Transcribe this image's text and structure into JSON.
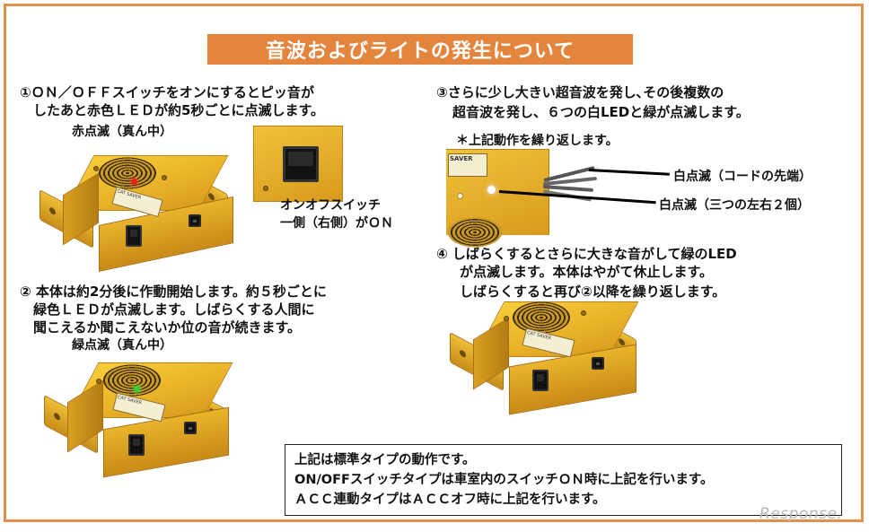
{
  "title": "音波およびライトの発生について",
  "step1": {
    "line1": "①ＯＮ／ＯＦＦスイッチをオンにするとピッ音が",
    "line2": "したあと赤色ＬＥＤが約5秒ごとに点滅します。",
    "callout": "赤点滅（真ん中）"
  },
  "switch_callout": {
    "line1": "オンオフスイッチ",
    "line2": "一側（右側）がＯＮ"
  },
  "step2": {
    "line1": "② 本体は約2分後に作動開始します。約５秒ごとに",
    "line2": "緑色ＬＥＤが点滅します。しばらくする人間に",
    "line3": "聞こえるか聞こえないか位の音が続きます。",
    "callout": "緑点滅（真ん中）"
  },
  "step3": {
    "line1": "③さらに少し大きい超音波を発し､その後複数の",
    "line2": "超音波を発し、６つの白LEDと緑が点滅します。",
    "note": "＊上記動作を繰り返します。",
    "callout_tip": "白点滅（コードの先端）",
    "callout_side": "白点滅（三つの左右２個）",
    "device_label": "SAVER"
  },
  "step4": {
    "line1": "④ しばらくするとさらに大きな音がして緑のLED",
    "line2": "が点滅します。本体はやがて休止します。",
    "line3": "しばらくすると再び②以降を繰り返します。"
  },
  "notes": {
    "line1": "上記は標準タイプの動作です。",
    "line2": "ON/OFFスイッチタイプは車室内のスイッチＯＮ時に上記を行います。",
    "line3": "ＡＣＣ連動タイプはＡＣＣオフ時に上記を行います。"
  },
  "watermark": "Response.",
  "colors": {
    "accent": "#e3853c",
    "border": "#e0914a",
    "led_red": "#e0201a",
    "led_green": "#2fd12f",
    "led_white": "#ffffff"
  }
}
